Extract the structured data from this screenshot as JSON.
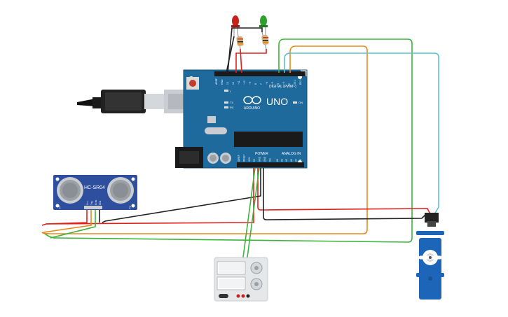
{
  "board": {
    "model": "UNO",
    "brand": "ARDUINO",
    "digital_label": "DIGITAL (PWM~)",
    "power_label": "POWER",
    "analog_label": "ANALOG IN",
    "on_label": "ON",
    "tx_label": "TX",
    "rx_label": "RX",
    "l_label": "L",
    "top_pins": [
      "AREF",
      "GND",
      "13",
      "12",
      "~11",
      "~10",
      "~9",
      "8",
      "7",
      "~6",
      "~5",
      "4",
      "~3",
      "2",
      "TX 1",
      "RX 0"
    ],
    "power_pins": [
      "IOREF",
      "RESET",
      "3.3V",
      "5V",
      "GND",
      "GND",
      "Vin"
    ],
    "analog_pins": [
      "A0",
      "A1",
      "A2",
      "A3",
      "A4",
      "A5"
    ]
  },
  "sensor": {
    "label": "HC-SR04",
    "pins": [
      "Vcc",
      "Trig",
      "Echo",
      "Gnd"
    ],
    "marker_left": "1",
    "marker_right": "2"
  },
  "colors": {
    "board": "#1f6a9c",
    "board_dark": "#164f78",
    "sensor": "#2d4f9e",
    "servo": "#1d65b8",
    "wire_red": "#e0211b",
    "wire_black": "#222222",
    "wire_green": "#3cb43c",
    "wire_orange": "#e88a1a",
    "wire_cyan": "#5fbfcf",
    "led_red": "#c8201a",
    "led_green": "#2ea02e"
  },
  "icons": [
    "usb-plug-icon",
    "reset-button-icon",
    "arduino-logo-icon",
    "led-icon",
    "resistor-icon",
    "servo-icon",
    "lcd-module-icon"
  ]
}
